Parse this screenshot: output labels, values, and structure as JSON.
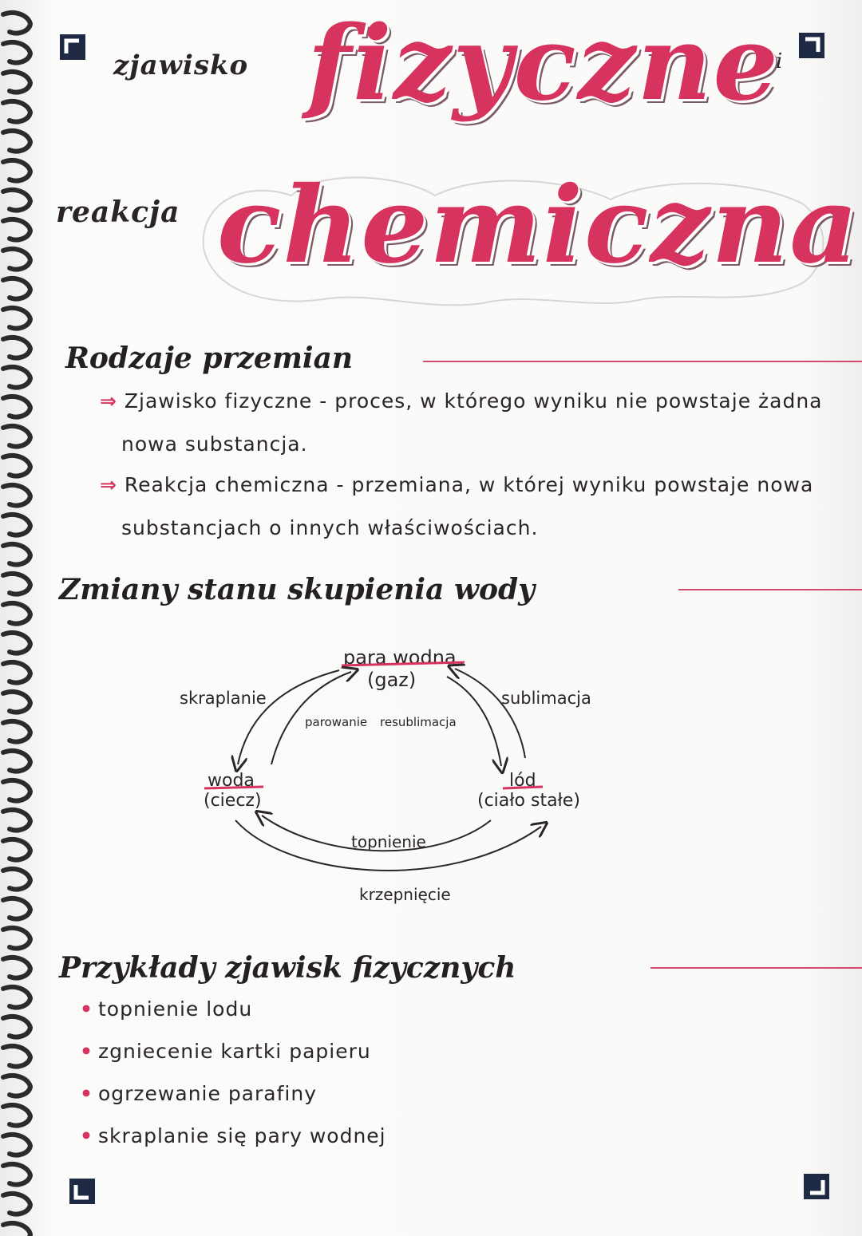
{
  "title": {
    "line1_small": "zjawisko",
    "line1_big": "fizyczne",
    "connector": "i",
    "line2_small": "reakcja",
    "line2_big": "chemiczna"
  },
  "sections": {
    "types": {
      "heading": "Rodzaje przemian",
      "items": [
        {
          "line1": "Zjawisko fizyczne - proces, w którego wyniku nie powstaje żadna",
          "line2": "nowa substancja."
        },
        {
          "line1": "Reakcja chemiczna - przemiana, w której wyniku powstaje nowa",
          "line2": "substancjach o innych właściwościach."
        }
      ]
    },
    "states": {
      "heading": "Zmiany stanu skupienia wody",
      "nodes": {
        "gas_name": "para wodna",
        "gas_state": "(gaz)",
        "liquid_name": "woda",
        "liquid_state": "(ciecz)",
        "solid_name": "lód",
        "solid_state": "(ciało stałe)"
      },
      "transitions": {
        "condensation": "skraplanie",
        "evaporation": "parowanie",
        "resublimation": "resublimacja",
        "sublimation": "sublimacja",
        "melting": "topnienie",
        "freezing": "krzepnięcie"
      }
    },
    "examples": {
      "heading": "Przykłady zjawisk fizycznych",
      "items": [
        "topnienie lodu",
        "zgniecenie kartki papieru",
        "ogrzewanie parafiny",
        "skraplanie się pary wodnej"
      ]
    }
  },
  "colors": {
    "accent": "#d6335f",
    "ink": "#2b2528",
    "rule": "#d24a6c"
  },
  "icons": {
    "corner_marker": "corner-bracket-icon",
    "bullet_arrow": "double-arrow-icon",
    "binding": "spiral-binding-icon"
  }
}
